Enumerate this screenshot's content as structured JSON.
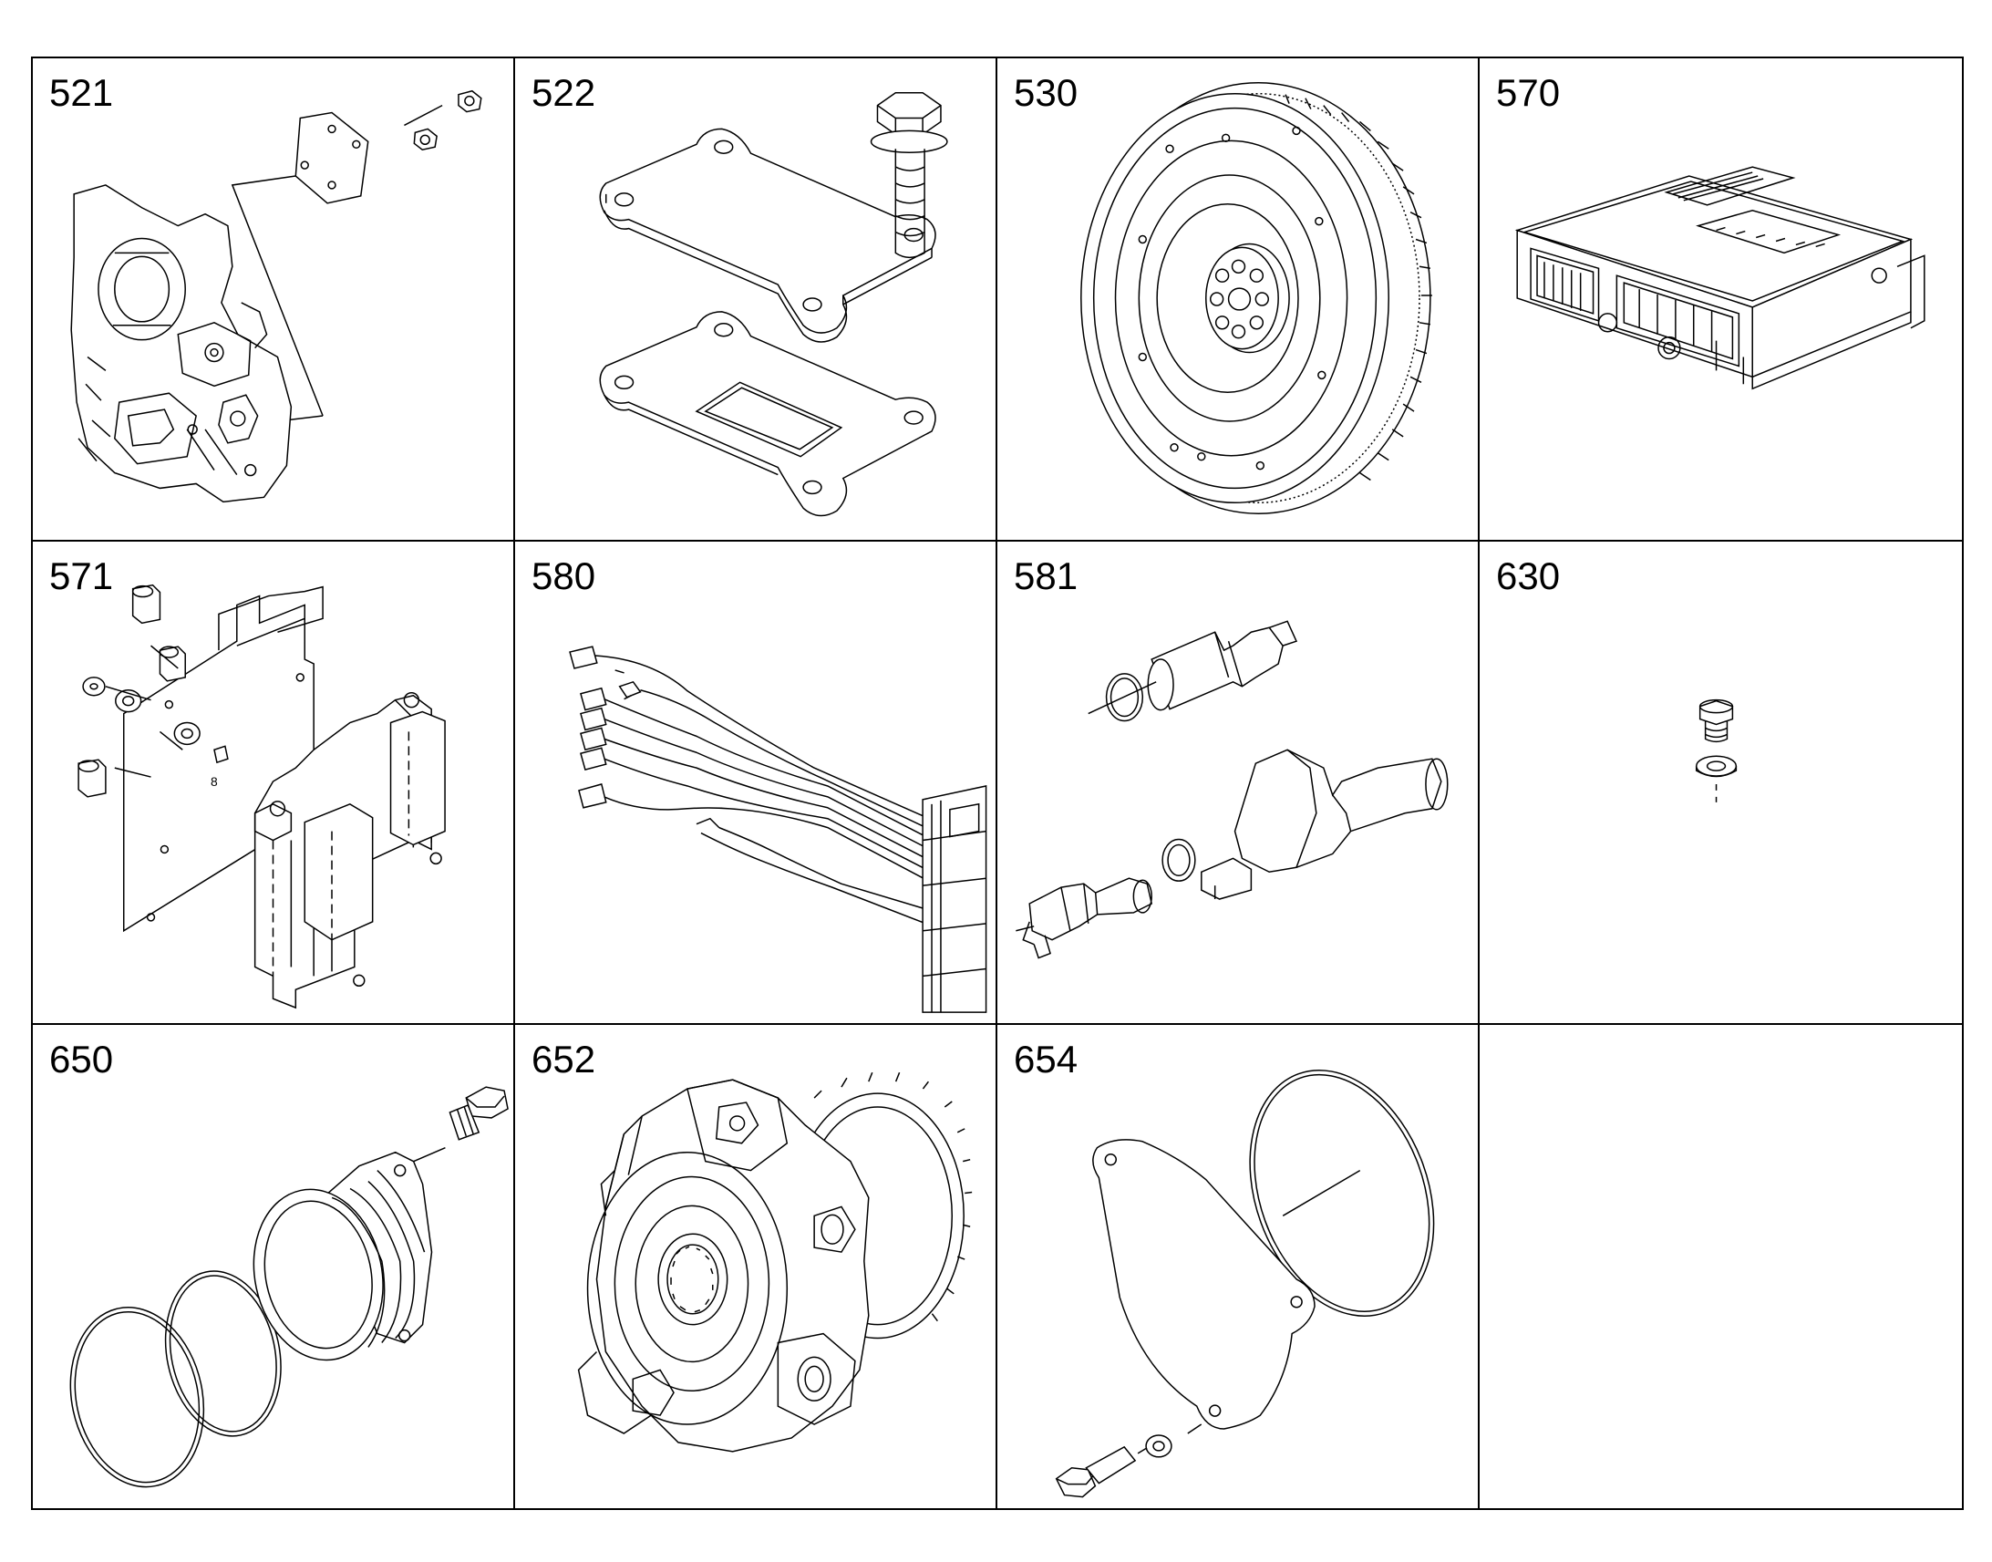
{
  "parts": [
    {
      "id": "521",
      "label": "521",
      "drawing": "housing-cover-plate-drawing"
    },
    {
      "id": "522",
      "label": "522",
      "drawing": "gasket-plate-bolt-drawing"
    },
    {
      "id": "530",
      "label": "530",
      "drawing": "flywheel-ring-gear-drawing"
    },
    {
      "id": "570",
      "label": "570",
      "drawing": "control-unit-ecu-drawing"
    },
    {
      "id": "571",
      "label": "571",
      "drawing": "mounting-bracket-ecu-drawing",
      "callout": "8"
    },
    {
      "id": "580",
      "label": "580",
      "drawing": "wiring-harness-drawing"
    },
    {
      "id": "581",
      "label": "581",
      "drawing": "sensors-seal-rings-drawing"
    },
    {
      "id": "630",
      "label": "630",
      "drawing": "plug-washer-drawing"
    },
    {
      "id": "650",
      "label": "650",
      "drawing": "sleeve-orings-bolt-drawing"
    },
    {
      "id": "652",
      "label": "652",
      "drawing": "pump-gear-drawing"
    },
    {
      "id": "654",
      "label": "654",
      "drawing": "cover-gasket-ring-drawing"
    },
    {
      "id": "empty",
      "label": "",
      "drawing": ""
    }
  ],
  "colors": {
    "line": "#000000",
    "background": "#ffffff"
  }
}
